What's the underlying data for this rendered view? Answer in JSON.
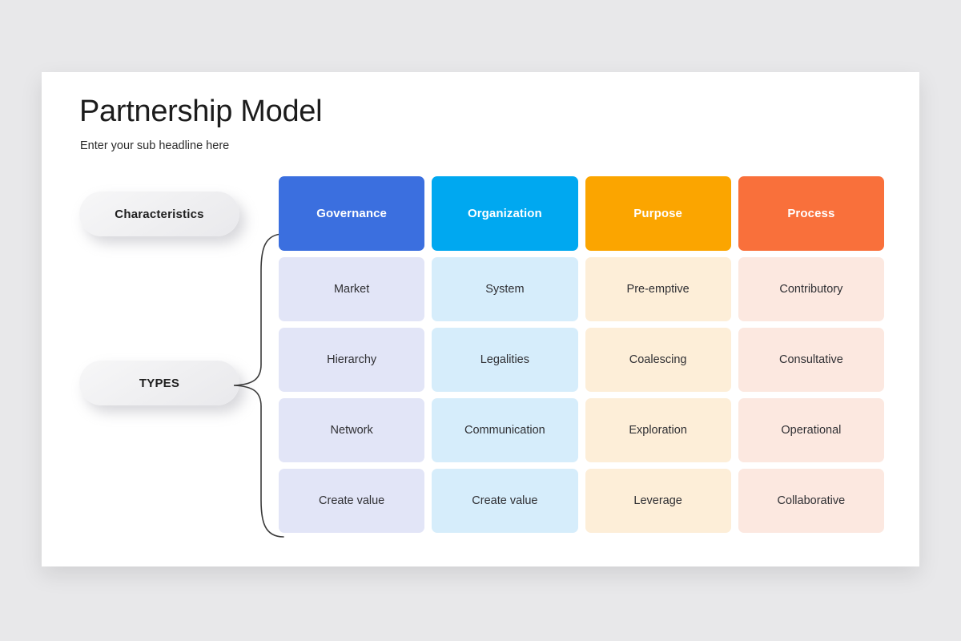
{
  "slide": {
    "title": "Partnership Model",
    "subtitle": "Enter your sub headline here",
    "background_color": "#e8e8ea",
    "card_color": "#ffffff"
  },
  "pills": [
    {
      "label": "Characteristics",
      "name": "characteristics"
    },
    {
      "label": "TYPES",
      "name": "types"
    }
  ],
  "chart_data": {
    "type": "table",
    "title": "Partnership Model",
    "subtitle": "Enter your sub headline here",
    "row_group_labels": [
      "Characteristics",
      "TYPES"
    ],
    "categories": [
      "Governance",
      "Organization",
      "Purpose",
      "Process"
    ],
    "header_colors": [
      "#3b6fdf",
      "#00a8f0",
      "#fba500",
      "#f9703b"
    ],
    "cell_colors": [
      "#e2e5f7",
      "#d6edfb",
      "#fdeed8",
      "#fce8e0"
    ],
    "header_text_color": "#ffffff",
    "cell_text_color": "#2f2f33",
    "columns": [
      {
        "header": "Governance",
        "values": [
          "Market",
          "Hierarchy",
          "Network",
          "Create value"
        ]
      },
      {
        "header": "Organization",
        "values": [
          "System",
          "Legalities",
          "Communication",
          "Create value"
        ]
      },
      {
        "header": "Purpose",
        "values": [
          "Pre-emptive",
          "Coalescing",
          "Exploration",
          "Leverage"
        ]
      },
      {
        "header": "Process",
        "values": [
          "Contributory",
          "Consultative",
          "Operational",
          "Collaborative"
        ]
      }
    ],
    "rows": [
      [
        "Market",
        "System",
        "Pre-emptive",
        "Contributory"
      ],
      [
        "Hierarchy",
        "Legalities",
        "Coalescing",
        "Consultative"
      ],
      [
        "Network",
        "Communication",
        "Exploration",
        "Operational"
      ],
      [
        "Create value",
        "Create value",
        "Leverage",
        "Collaborative"
      ]
    ]
  }
}
